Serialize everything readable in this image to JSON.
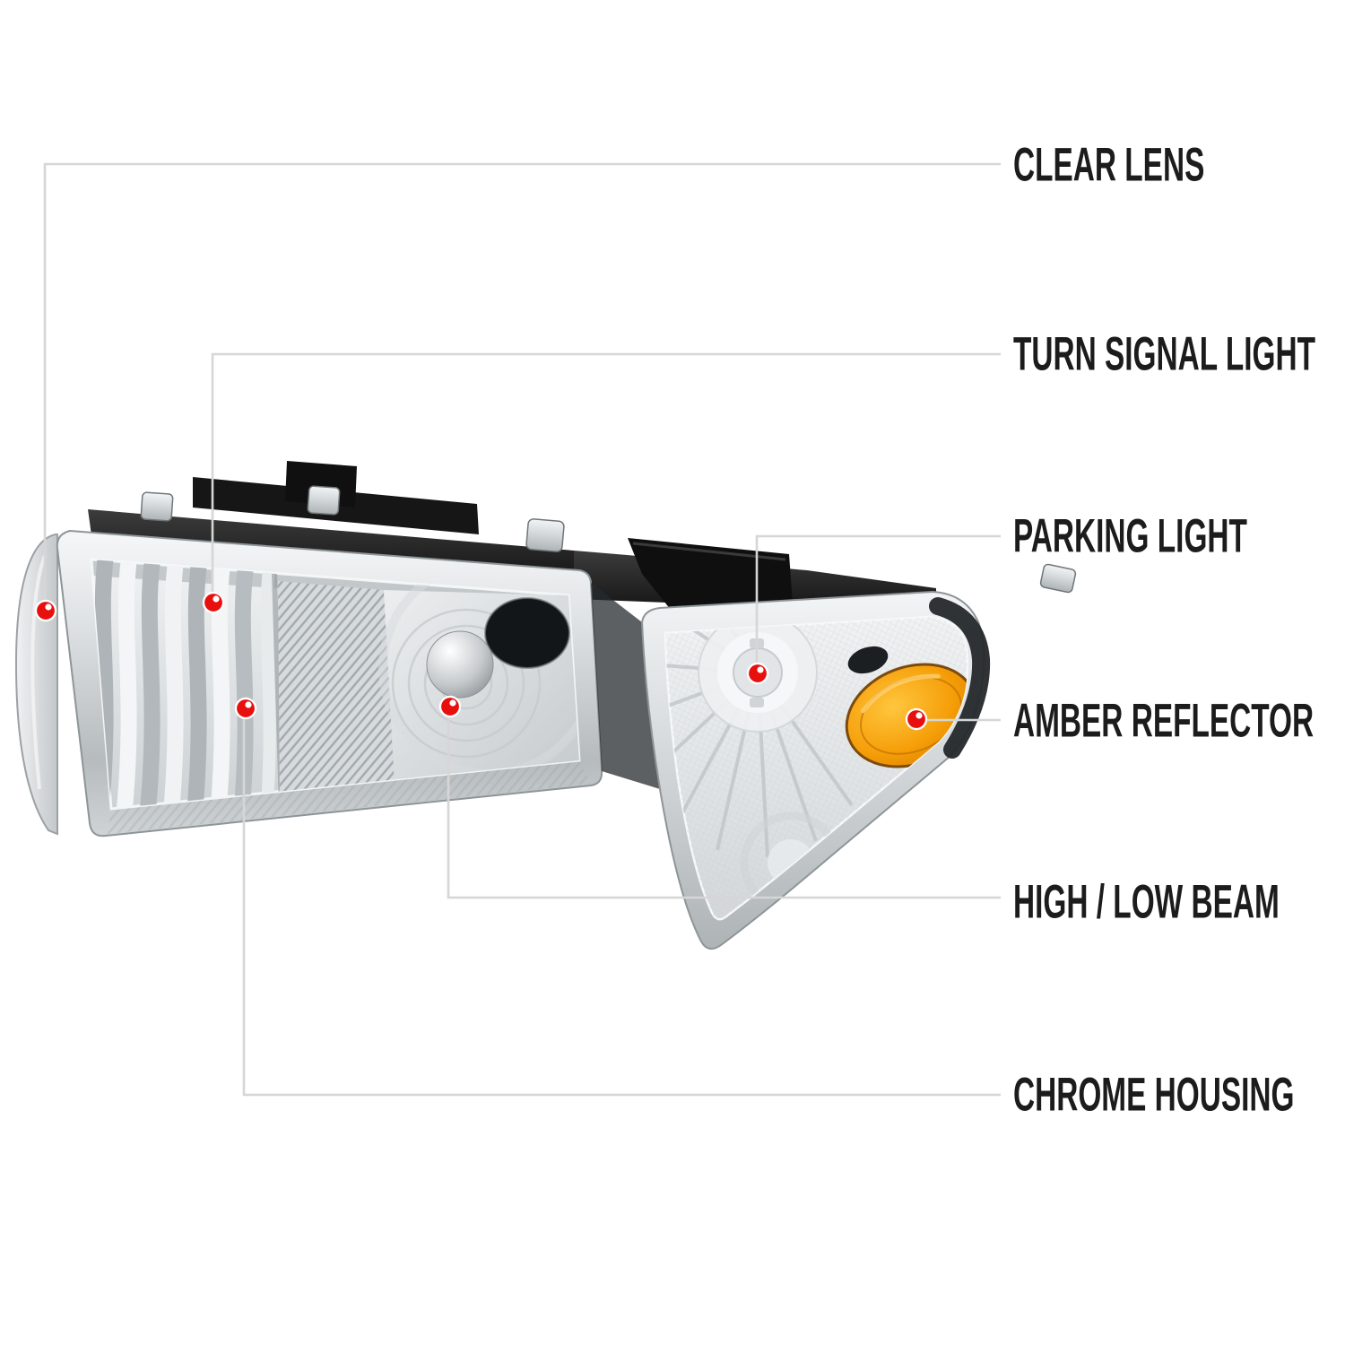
{
  "meta": {
    "type": "product-callout-diagram",
    "subject": "Chrome housing clear lens headlight assembly with corner parking lamp"
  },
  "callouts": [
    {
      "id": "clear-lens",
      "label": "CLEAR LENS"
    },
    {
      "id": "turn-signal-light",
      "label": "TURN SIGNAL LIGHT"
    },
    {
      "id": "parking-light",
      "label": "PARKING LIGHT"
    },
    {
      "id": "amber-reflector",
      "label": "AMBER REFLECTOR"
    },
    {
      "id": "high-low-beam",
      "label": "HIGH / LOW BEAM"
    },
    {
      "id": "chrome-housing",
      "label": "CHROME HOUSING"
    }
  ],
  "colors": {
    "background": "#ffffff",
    "marker_red": "#e8100e",
    "marker_highlight": "#ffffff",
    "callout_line": "#d6d6d6",
    "label_text": "#1c1c1c",
    "amber_reflector": "#f59d07",
    "chrome": "#c6cacc",
    "bracket_black": "#141414"
  }
}
